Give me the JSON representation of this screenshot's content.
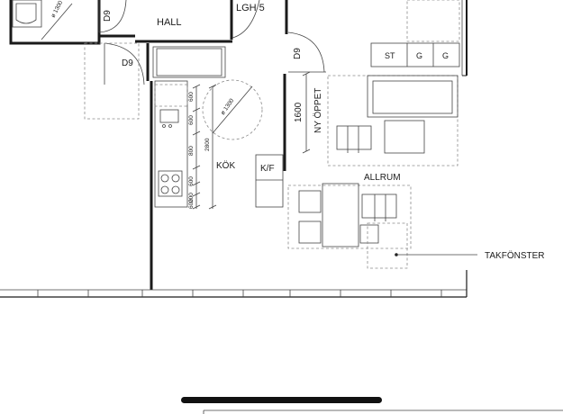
{
  "rooms": {
    "hall": "HALL",
    "apartment": "LGH 5",
    "kitchen": "KÖK",
    "living": "ALLRUM",
    "open_space": "NY ÖPPET",
    "fridge_freezer": "K/F"
  },
  "doors": {
    "d9_a": "D9",
    "d9_b": "D9",
    "d9_c": "D9"
  },
  "circles": {
    "bath_turn": "ø 1300",
    "kitchen_turn": "ø 1300"
  },
  "wardrobes": {
    "st": "ST",
    "g1": "G",
    "g2": "G"
  },
  "dimensions": {
    "opening": "1600",
    "kitchen_total": "2800",
    "seg1": "600",
    "seg2": "600",
    "seg3": "800",
    "seg4": "600",
    "seg5": "200",
    "seg6": "600"
  },
  "annotations": {
    "skylight": "TAKFÖNSTER"
  },
  "colors": {
    "wall": "#1a1a1a",
    "furniture": "#444444",
    "dashed": "#8a8a8a"
  }
}
